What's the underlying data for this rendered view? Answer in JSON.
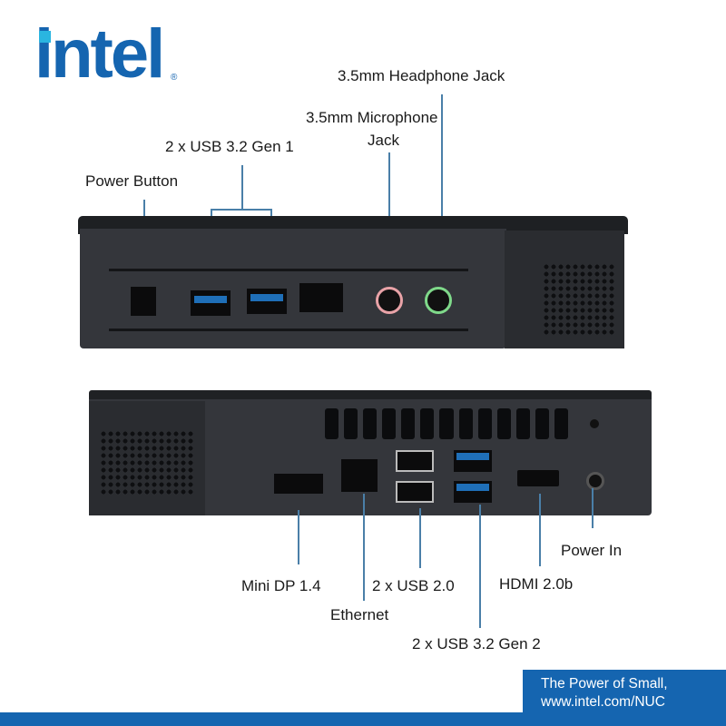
{
  "brand": {
    "logo_text": "intel",
    "registered_mark": "®",
    "colors": {
      "primary": "#1565b0",
      "accent": "#2ab5e0"
    }
  },
  "front_panel": {
    "labels": {
      "headphone": "3.5mm Headphone Jack",
      "microphone_line1": "3.5mm Microphone",
      "microphone_line2": "Jack",
      "usb_gen1": "2 x USB 3.2 Gen 1",
      "power_button": "Power Button"
    }
  },
  "rear_panel": {
    "labels": {
      "power_in": "Power In",
      "mini_dp": "Mini DP 1.4",
      "usb2": "2 x USB 2.0",
      "hdmi": "HDMI 2.0b",
      "ethernet": "Ethernet",
      "usb_gen2": "2 x USB 3.2 Gen 2"
    }
  },
  "footer": {
    "tagline": "The Power of Small,",
    "url": "www.intel.com/NUC"
  }
}
